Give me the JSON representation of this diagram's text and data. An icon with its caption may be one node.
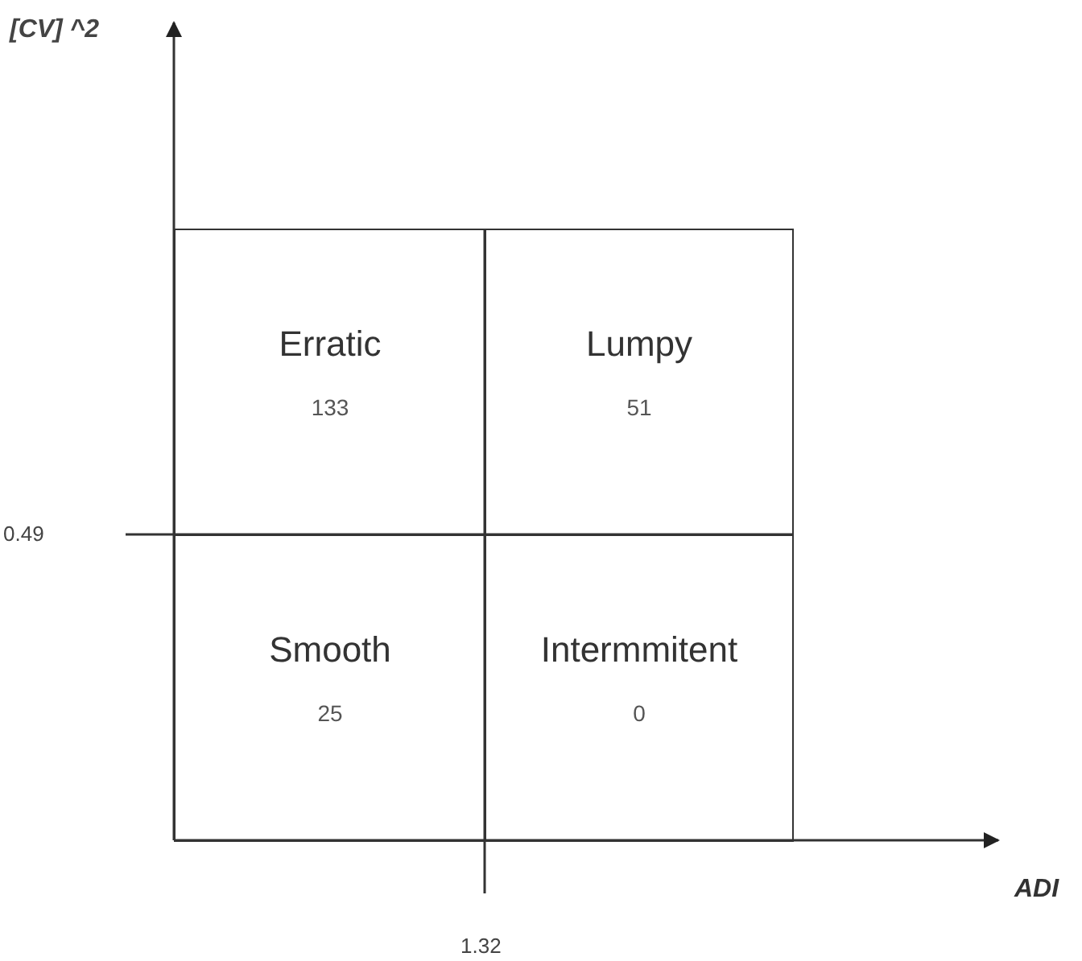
{
  "diagram": {
    "nodes": [
      {
        "text": [
          "Erratic",
          "133"
        ]
      },
      {
        "text": [
          "Lumpy",
          "51"
        ]
      },
      {
        "text": [
          "Smooth",
          "25"
        ]
      },
      {
        "text": [
          "Intermmitent",
          "0"
        ]
      }
    ],
    "labels": [
      "[CV] ^2",
      "0.49",
      "ADI",
      "1.32"
    ]
  }
}
